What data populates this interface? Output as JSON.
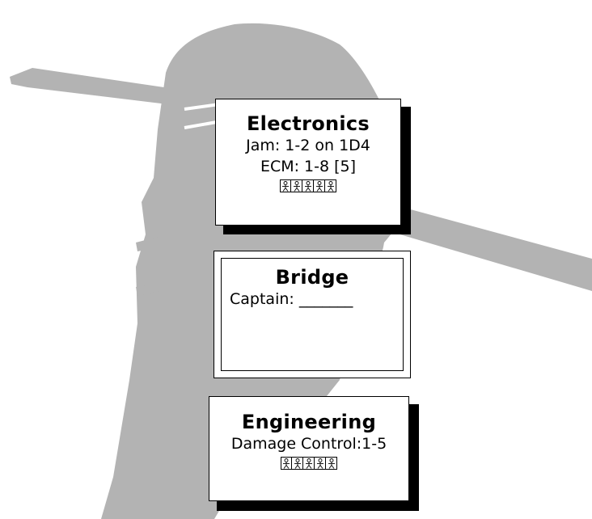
{
  "background": {
    "silhouette": "spaceship-silhouette",
    "color": "#b3b3b3"
  },
  "electronics": {
    "title": "Electronics",
    "jam": "Jam: 1-2 on 1D4",
    "ecm": "ECM: 1-8 [5]",
    "crew_icons": [
      "crew-icon",
      "crew-icon",
      "crew-icon",
      "crew-icon",
      "crew-icon"
    ]
  },
  "bridge": {
    "title": "Bridge",
    "captain": "Captain: _______"
  },
  "engineering": {
    "title": "Engineering",
    "damage_control": "Damage Control:1-5",
    "crew_icons": [
      "crew-icon",
      "crew-icon",
      "crew-icon",
      "crew-icon",
      "crew-icon"
    ]
  }
}
